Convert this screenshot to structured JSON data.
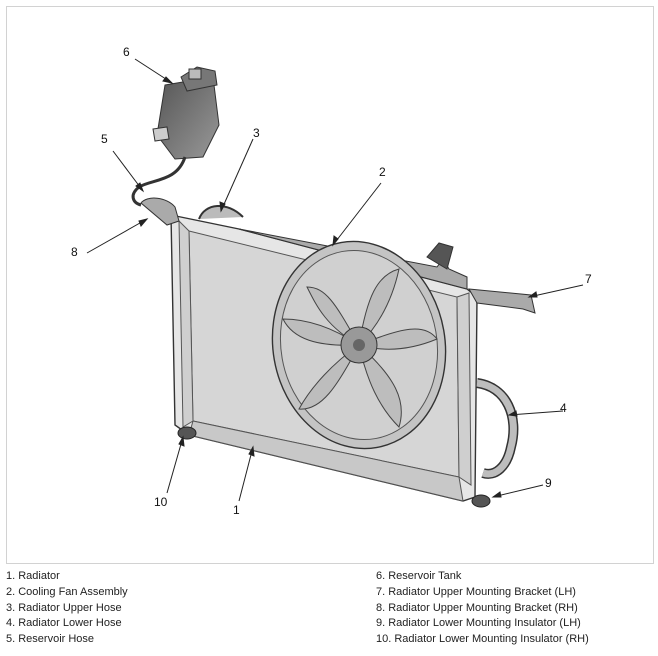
{
  "diagram": {
    "callouts": [
      "1",
      "2",
      "3",
      "4",
      "5",
      "6",
      "7",
      "8",
      "9",
      "10"
    ]
  },
  "legend": {
    "left": [
      "1. Radiator",
      "2. Cooling Fan Assembly",
      "3. Radiator Upper Hose",
      "4. Radiator Lower Hose",
      "5. Reservoir Hose"
    ],
    "right": [
      "6. Reservoir Tank",
      "7. Radiator Upper Mounting Bracket (LH)",
      "8. Radiator Upper Mounting Bracket (RH)",
      "9. Radiator Lower Mounting Insulator (LH)",
      "10. Radiator Lower Mounting Insulator (RH)"
    ]
  },
  "colors": {
    "line": "#333333",
    "part_fill": "#d9d9d9",
    "dark": "#444444"
  }
}
